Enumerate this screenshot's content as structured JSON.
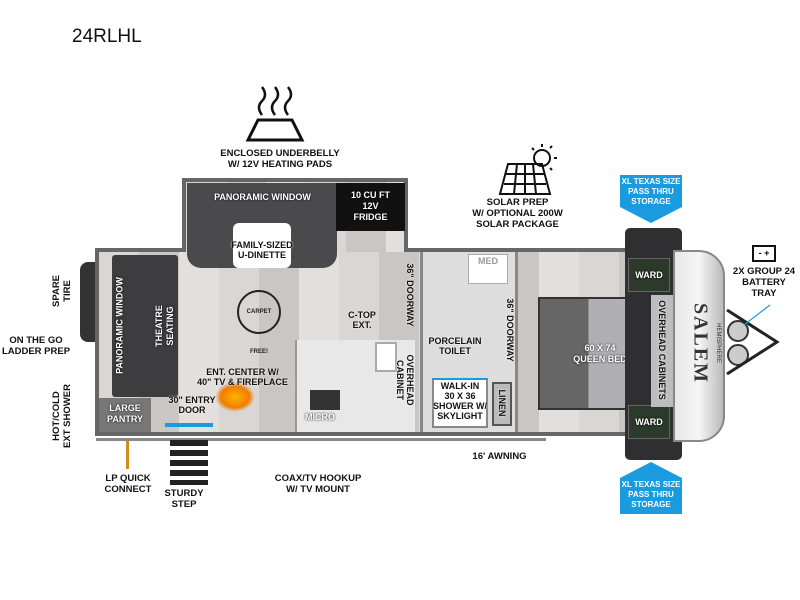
{
  "title": "24RLHL",
  "callouts": {
    "underbelly": "ENCLOSED UNDERBELLY\nW/ 12V HEATING PADS",
    "solar": "SOLAR PREP\nW/ OPTIONAL 200W\nSOLAR PACKAGE",
    "storage_top": "XL TEXAS SIZE\nPASS THRU\nSTORAGE",
    "storage_bottom": "XL TEXAS SIZE\nPASS THRU\nSTORAGE",
    "battery": "2X GROUP 24\nBATTERY\nTRAY",
    "spare_tire": "SPARE\nTIRE",
    "ladder": "ON THE GO\nLADDER PREP",
    "ext_shower": "HOT/COLD\nEXT SHOWER",
    "lp": "LP QUICK\nCONNECT",
    "step": "STURDY\nSTEP",
    "coax": "COAX/TV HOOKUP\nW/ TV MOUNT",
    "awning": "16' AWNING"
  },
  "rooms": {
    "panoramic_top": "PANORAMIC WINDOW",
    "fridge": "10 CU FT\n12V\nFRIDGE",
    "dinette": "FAMILY-SIZED\nU-DINETTE",
    "panoramic_rear": "PANORAMIC WINDOW",
    "theatre": "THEATRE\nSEATING",
    "carpet": "CARPET FREE!",
    "ctop": "C-TOP\nEXT.",
    "doorway1": "36\" DOORWAY",
    "doorway2": "36\" DOORWAY",
    "overhead_cabinet": "OVERHEAD\nCABINET",
    "ent_center": "ENT. CENTER W/\n40\" TV & FIREPLACE",
    "entry_door": "30\" ENTRY\nDOOR",
    "pantry": "LARGE\nPANTRY",
    "micro": "MICRO",
    "med": "MED",
    "toilet": "PORCELAIN\nTOILET",
    "shower": "WALK-IN\n30 X 36\nSHOWER W/\nSKYLIGHT",
    "linen": "LINEN",
    "bed": "60 X 74\nQUEEN BED",
    "ward_top": "WARD",
    "ward_bottom": "WARD",
    "overhead_cabinets": "OVERHEAD CABINETS",
    "brand": "SALEM",
    "brand_sub": "HEMISPHERE"
  },
  "battery_icon": "- +",
  "colors": {
    "accent": "#1a9be0",
    "dark": "#3a3a3c"
  }
}
